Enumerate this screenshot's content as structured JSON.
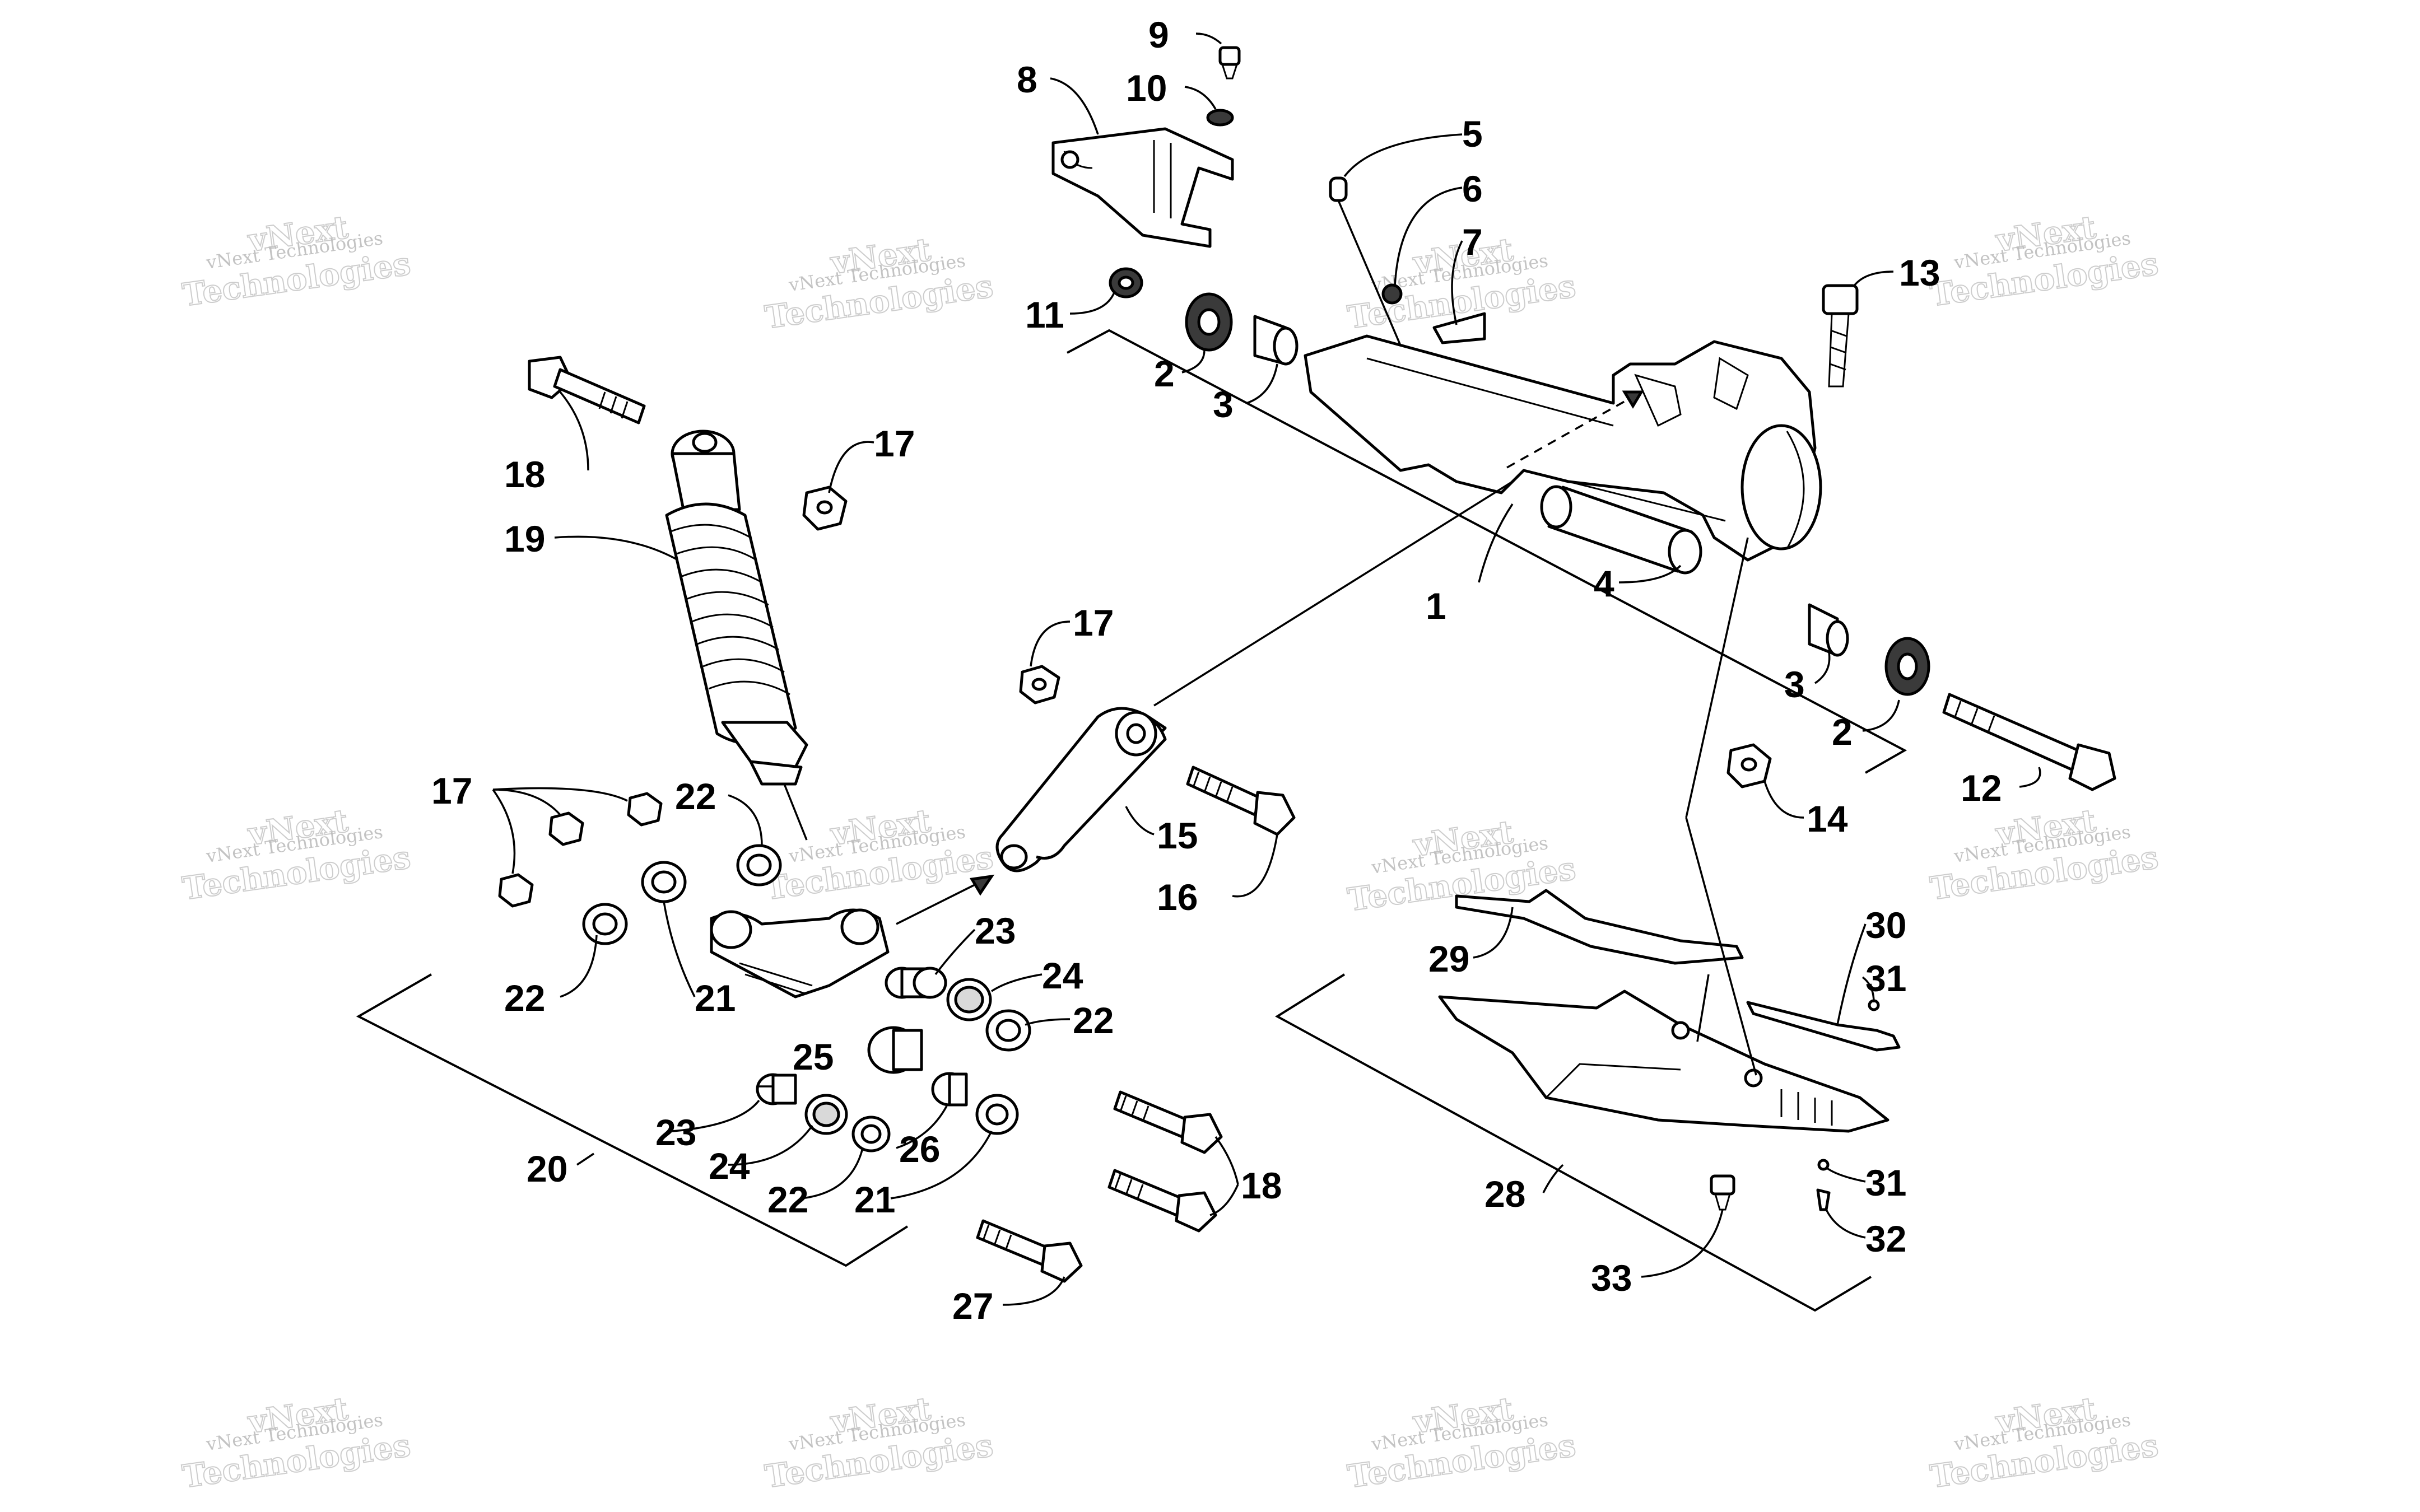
{
  "watermark": {
    "line1": "vNext Technologies",
    "line2": "Technologies",
    "line3": "vNext"
  },
  "callouts": [
    {
      "id": "c9",
      "num": "9"
    },
    {
      "id": "c10",
      "num": "10"
    },
    {
      "id": "c8",
      "num": "8"
    },
    {
      "id": "c5",
      "num": "5"
    },
    {
      "id": "c6",
      "num": "6"
    },
    {
      "id": "c7",
      "num": "7"
    },
    {
      "id": "c11",
      "num": "11"
    },
    {
      "id": "c2a",
      "num": "2"
    },
    {
      "id": "c3a",
      "num": "3"
    },
    {
      "id": "c13",
      "num": "13"
    },
    {
      "id": "c18a",
      "num": "18"
    },
    {
      "id": "c17a",
      "num": "17"
    },
    {
      "id": "c19",
      "num": "19"
    },
    {
      "id": "c1",
      "num": "1"
    },
    {
      "id": "c4",
      "num": "4"
    },
    {
      "id": "c3b",
      "num": "3"
    },
    {
      "id": "c2b",
      "num": "2"
    },
    {
      "id": "c12",
      "num": "12"
    },
    {
      "id": "c14",
      "num": "14"
    },
    {
      "id": "c17b",
      "num": "17"
    },
    {
      "id": "c15",
      "num": "15"
    },
    {
      "id": "c16",
      "num": "16"
    },
    {
      "id": "c17c",
      "num": "17"
    },
    {
      "id": "c22a",
      "num": "22"
    },
    {
      "id": "c22b",
      "num": "22"
    },
    {
      "id": "c21a",
      "num": "21"
    },
    {
      "id": "c23a",
      "num": "23"
    },
    {
      "id": "c24a",
      "num": "24"
    },
    {
      "id": "c22c",
      "num": "22"
    },
    {
      "id": "c25",
      "num": "25"
    },
    {
      "id": "c23b",
      "num": "23"
    },
    {
      "id": "c26",
      "num": "26"
    },
    {
      "id": "c24b",
      "num": "24"
    },
    {
      "id": "c22d",
      "num": "22"
    },
    {
      "id": "c21b",
      "num": "21"
    },
    {
      "id": "c20",
      "num": "20"
    },
    {
      "id": "c18b",
      "num": "18"
    },
    {
      "id": "c27",
      "num": "27"
    },
    {
      "id": "c29",
      "num": "29"
    },
    {
      "id": "c30",
      "num": "30"
    },
    {
      "id": "c31a",
      "num": "31"
    },
    {
      "id": "c28",
      "num": "28"
    },
    {
      "id": "c31b",
      "num": "31"
    },
    {
      "id": "c32",
      "num": "32"
    },
    {
      "id": "c33",
      "num": "33"
    }
  ]
}
